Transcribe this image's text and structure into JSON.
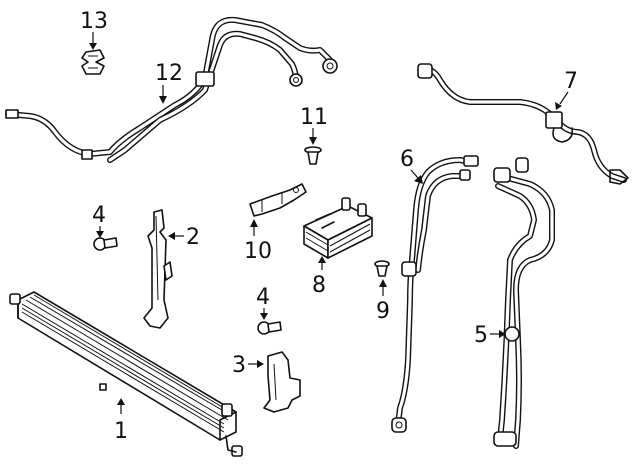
{
  "callouts": {
    "c1": "1",
    "c2": "2",
    "c3": "3",
    "c4a": "4",
    "c4b": "4",
    "c5": "5",
    "c6": "6",
    "c7": "7",
    "c8": "8",
    "c9": "9",
    "c10": "10",
    "c11": "11",
    "c12": "12",
    "c13": "13"
  },
  "colors": {
    "line": "#111111",
    "background": "#ffffff"
  }
}
